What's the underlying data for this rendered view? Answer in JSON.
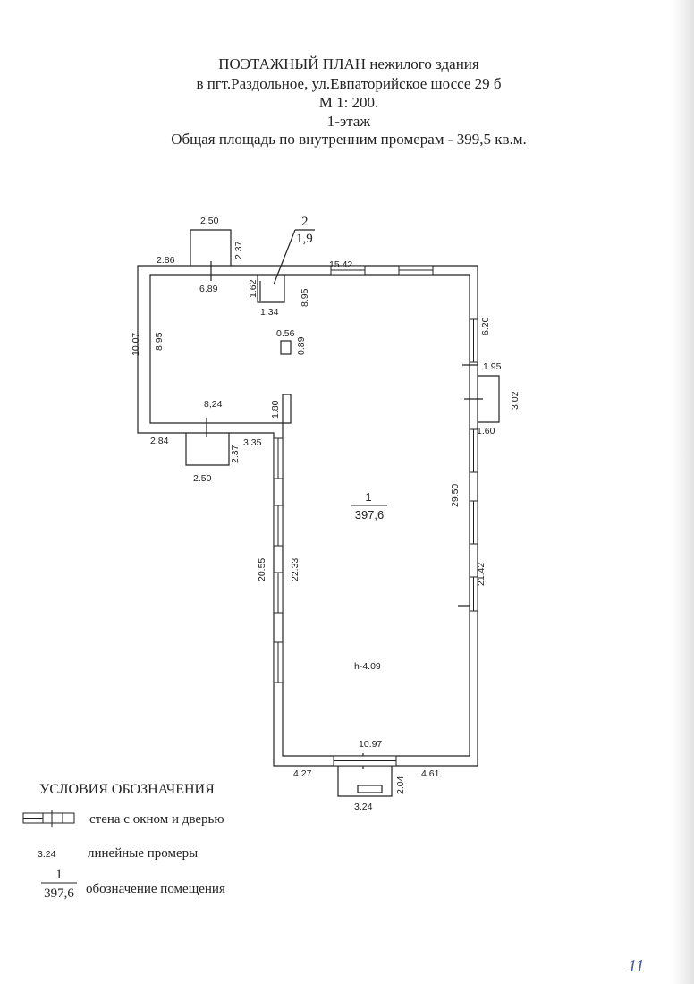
{
  "header": {
    "line1": "ПОЭТАЖНЫЙ ПЛАН нежилого здания",
    "line2": "в пгт.Раздольное, ул.Евпаторийское шоссе 29 б",
    "line3": "М 1: 200.",
    "line4": "1-этаж",
    "line5": "Общая площадь по внутренним промерам  - 399,5 кв.м."
  },
  "plan": {
    "dims": {
      "d_2_50_top": "2.50",
      "d_2_37_top": "2.37",
      "d_2_86": "2.86",
      "d_15_42": "15.42",
      "d_6_89": "6.89",
      "d_1_62": "1.62",
      "d_1_34": "1.34",
      "d_8_95_right": "8.95",
      "d_10_07": "10.07",
      "d_8_95_left": "8.95",
      "d_0_56": "0.56",
      "d_0_89": "0.89",
      "d_6_20": "6.20",
      "d_1_95": "1.95",
      "d_3_02": "3.02",
      "d_1_60": "1.60",
      "d_8_24": "8,24",
      "d_1_80": "1.80",
      "d_2_84": "2.84",
      "d_2_37_bottom": "2.37",
      "d_3_35": "3.35",
      "d_2_50_bottom": "2.50",
      "d_29_50": "29.50",
      "d_20_55": "20.55",
      "d_22_33": "22.33",
      "d_21_42": "21.42",
      "d_h": "h-4.09",
      "d_10_97": "10.97",
      "d_4_27": "4.27",
      "d_4_61": "4.61",
      "d_2_04": "2.04",
      "d_3_24": "3.24"
    },
    "rooms": [
      {
        "number": "1",
        "area": "397,6"
      },
      {
        "number": "2",
        "area": "1,9"
      }
    ]
  },
  "legend": {
    "title": "УСЛОВИЯ ОБОЗНАЧЕНИЯ",
    "wall_label": "стена с окном и дверью",
    "sample_dim": "3.24",
    "dim_label": "линейные промеры",
    "sample_number": "1",
    "sample_area": "397,6",
    "room_label": "обозначение помещения"
  },
  "page_number": "11"
}
